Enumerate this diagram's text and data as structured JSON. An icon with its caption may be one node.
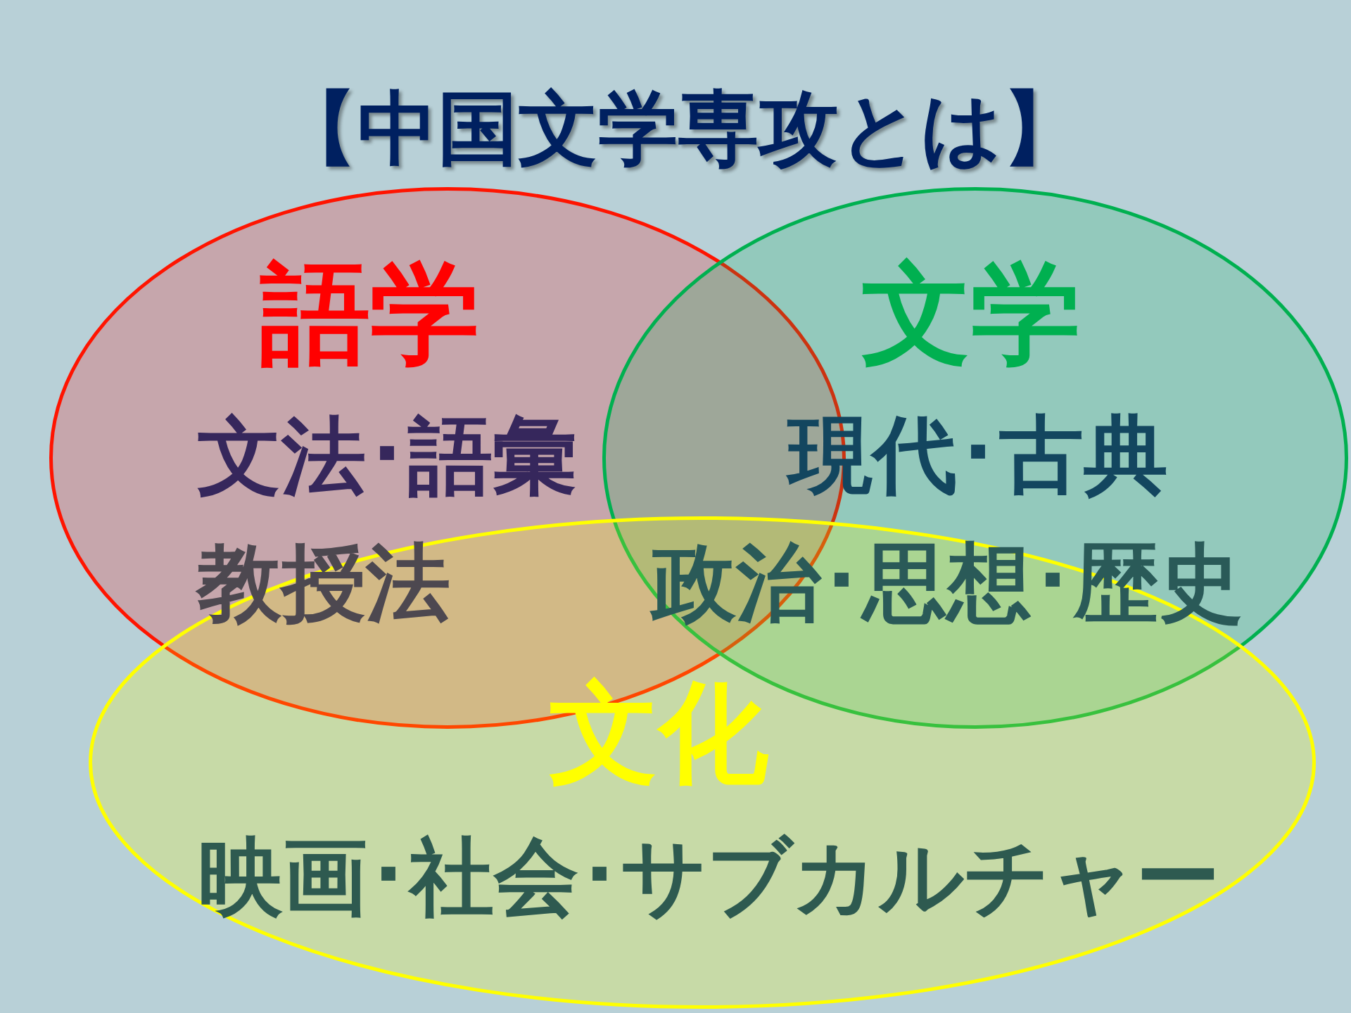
{
  "diagram": {
    "title": "【中国文学専攻とは】",
    "nodes": [
      {
        "text": [
          "語学",
          "文法･語彙",
          "教授法"
        ]
      },
      {
        "text": [
          "文学",
          "現代･古典",
          "政治･思想･歴史"
        ]
      },
      {
        "text": [
          "文化",
          "映画･社会･サブカルチャー"
        ]
      }
    ]
  }
}
